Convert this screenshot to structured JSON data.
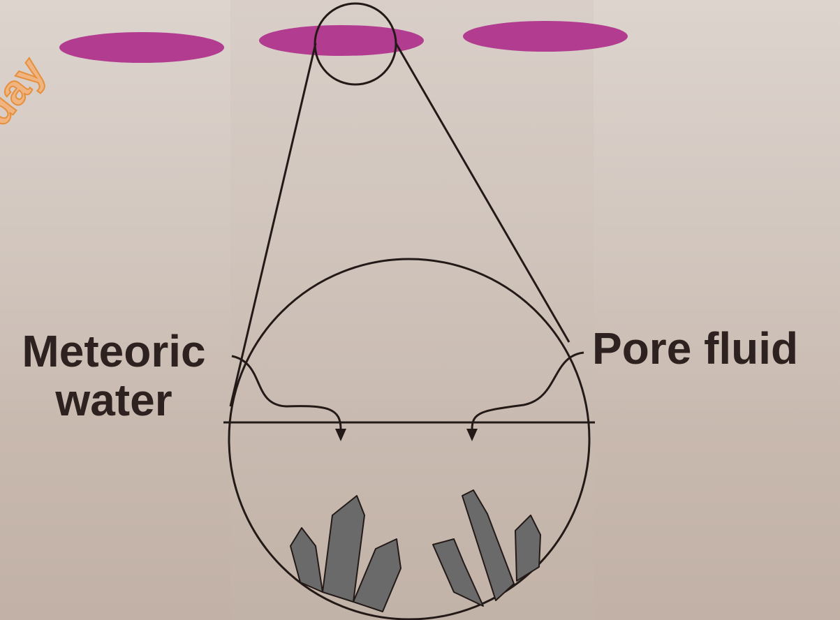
{
  "labels": {
    "left_line1": "Meteoric",
    "left_line2": "water",
    "right": "Pore fluid"
  },
  "watermark": {
    "text": "day"
  },
  "colors": {
    "lens": "#b23c8f",
    "line": "#231a18",
    "crystal_fill": "#6a6a6b",
    "text": "#2e2220",
    "watermark": "#e8892e"
  }
}
